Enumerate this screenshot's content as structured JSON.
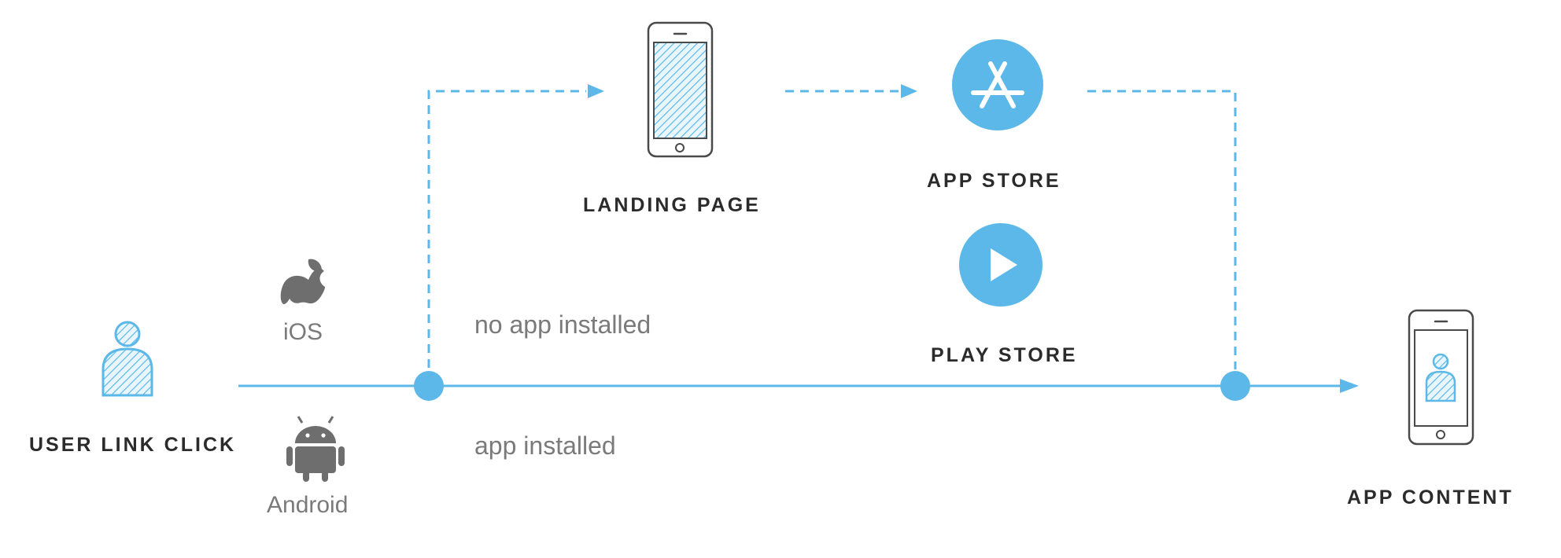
{
  "labels": {
    "user_link_click": "USER LINK CLICK",
    "ios": "iOS",
    "android": "Android",
    "no_app_installed": "no app installed",
    "app_installed": "app installed",
    "landing_page": "LANDING PAGE",
    "app_store": "APP STORE",
    "play_store": "PLAY STORE",
    "app_content": "APP CONTENT"
  },
  "icons": {
    "user": "user-icon",
    "apple": "apple-icon",
    "android": "android-icon",
    "landing_phone": "phone-icon",
    "app_store": "app-store-icon",
    "play_store": "play-store-icon",
    "app_content_phone": "phone-user-icon"
  },
  "colors": {
    "accent": "#5bb8e8",
    "accent_light": "#a9d8f2",
    "icon_gray": "#6e6e6e",
    "outline": "#4a4a4a",
    "text_dark": "#2b2b2b",
    "text_gray": "#7a7a7a"
  }
}
